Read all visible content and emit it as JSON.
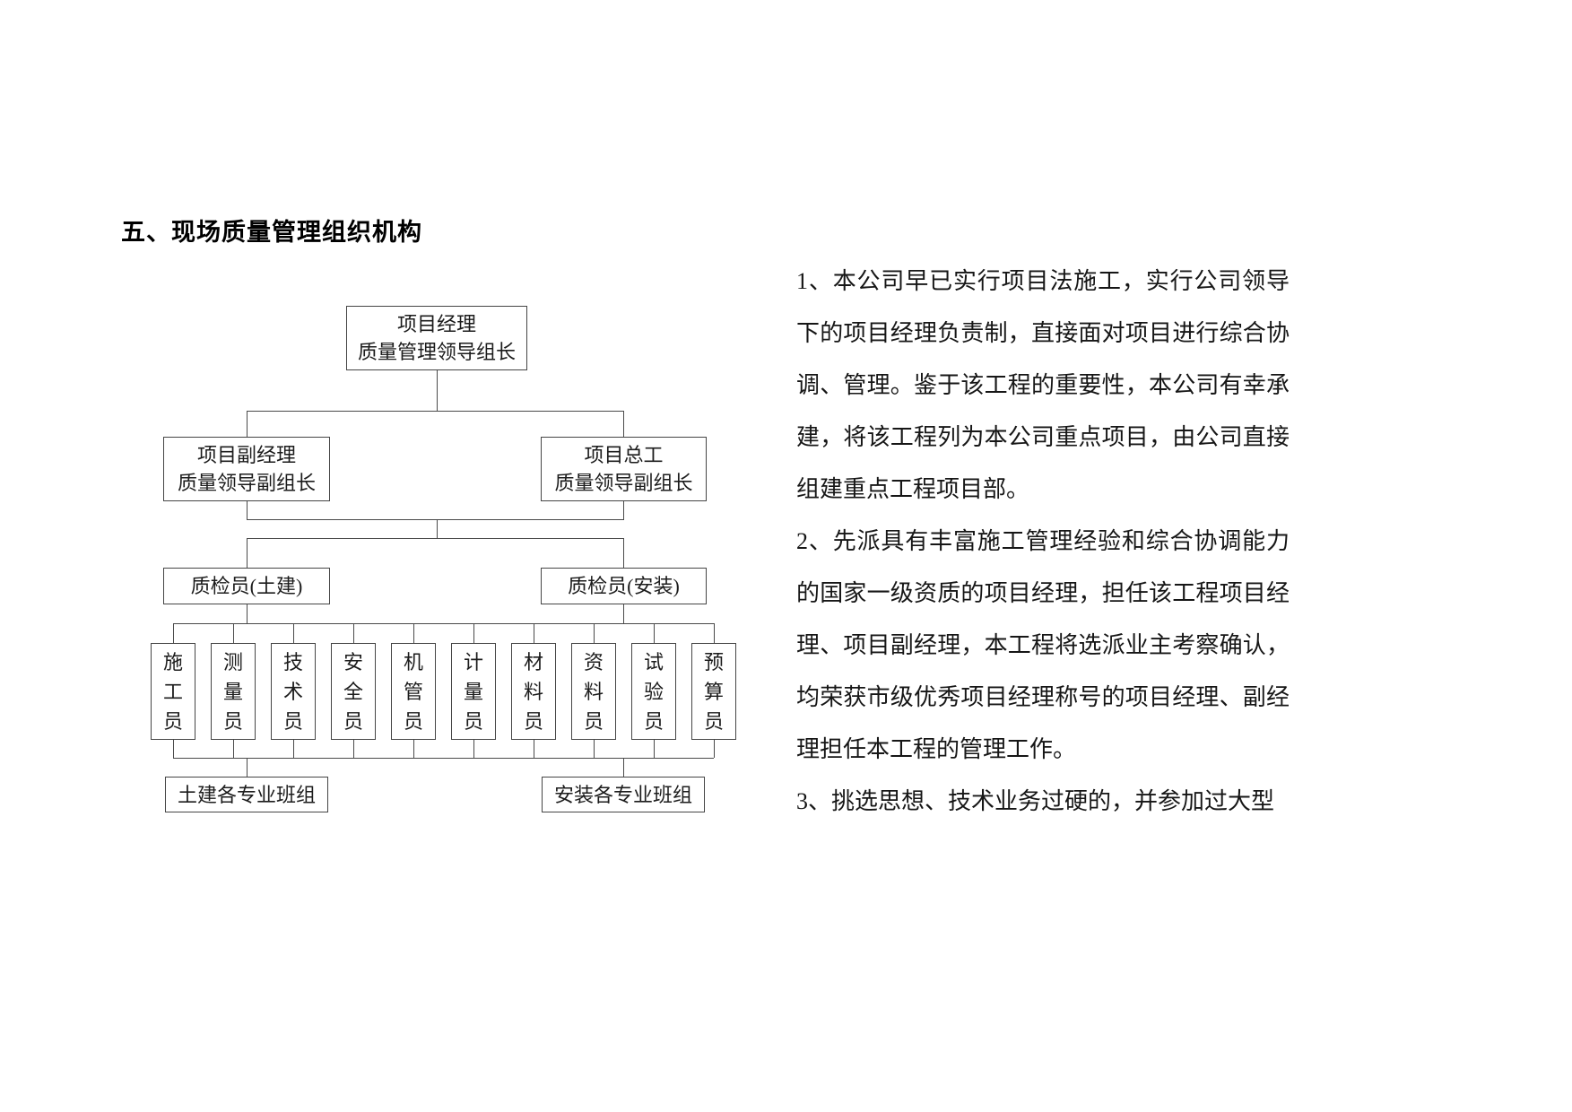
{
  "heading": "五、现场质量管理组织机构",
  "chart": {
    "top": {
      "line1": "项目经理",
      "line2": "质量管理领导组长"
    },
    "deputy": {
      "line1": "项目副经理",
      "line2": "质量领导副组长"
    },
    "chief": {
      "line1": "项目总工",
      "line2": "质量领导副组长"
    },
    "inspector_civil": "质检员(土建)",
    "inspector_install": "质检员(安装)",
    "roles": [
      "施工员",
      "测量员",
      "技术员",
      "安全员",
      "机管员",
      "计量员",
      "材料员",
      "资料员",
      "试验员",
      "预算员"
    ],
    "team_civil": "土建各专业班组",
    "team_install": "安装各专业班组"
  },
  "paragraphs": [
    "1、本公司早已实行项目法施工，实行公司领导下的项目经理负责制，直接面对项目进行综合协调、管理。鉴于该工程的重要性，本公司有幸承建，将该工程列为本公司重点项目，由公司直接组建重点工程项目部。",
    "2、先派具有丰富施工管理经验和综合协调能力的国家一级资质的项目经理，担任该工程项目经理、项目副经理，本工程将选派业主考察确认，均荣获市级优秀项目经理称号的项目经理、副经理担任本工程的管理工作。",
    "3、挑选思想、技术业务过硬的，并参加过大型"
  ]
}
